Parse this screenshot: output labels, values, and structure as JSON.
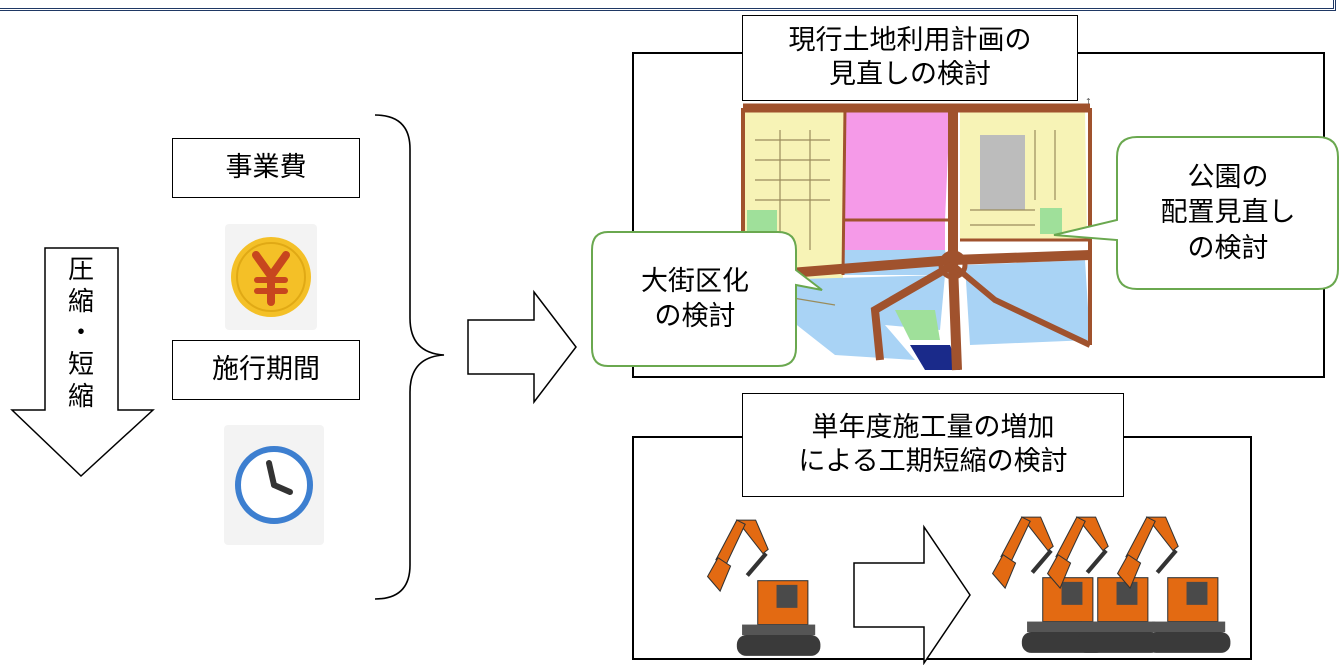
{
  "left_arrow": {
    "chars": [
      "圧",
      "縮",
      "・",
      "短",
      "縮"
    ]
  },
  "labels": {
    "cost": "事業費",
    "period": "施行期間"
  },
  "icons": {
    "yen": "yen-coin-icon",
    "clock": "clock-icon",
    "brace": "right-brace",
    "arrow": "right-arrow-icon"
  },
  "plan_panel": {
    "title_line1": "現行土地利用計画の",
    "title_line2": "見直しの検討",
    "callout_block": {
      "line1": "大街区化",
      "line2": "の検討"
    },
    "callout_park": {
      "line1": "公園の",
      "line2": "配置見直し",
      "line3": "の検討"
    }
  },
  "construction_panel": {
    "title_line1": "単年度施工量の増加",
    "title_line2": "による工期短縮の検討",
    "machine_icon": "excavator-icon"
  },
  "colors": {
    "frame_border": "#1f3864",
    "callout_border": "#6aa84f",
    "coin": "#f4c027",
    "clock": "#3d7fd0",
    "road": "#a0522d",
    "residential": "#f7f3b6",
    "commercial": "#f59ae8",
    "public": "#bcbcbc",
    "park": "#9fe09a",
    "large_block": "#a9d3f5",
    "excavator": "#e36a12"
  }
}
